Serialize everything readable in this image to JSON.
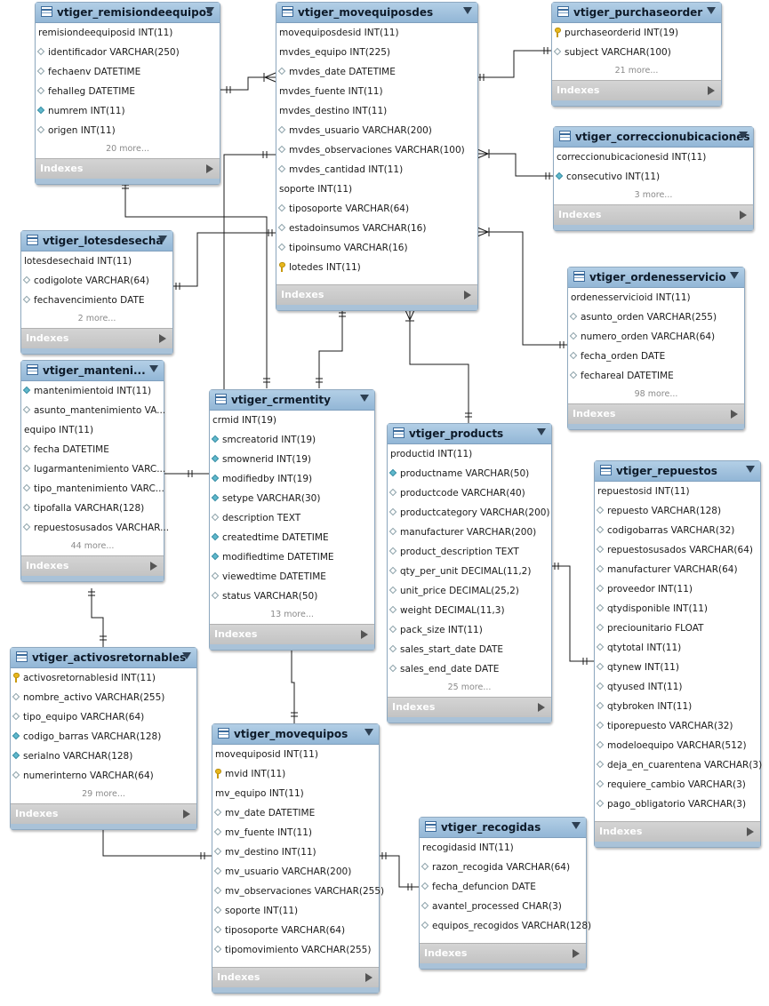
{
  "tables": [
    {
      "id": "remisiondeequipos",
      "name": "vtiger_remisiondeequipos",
      "columns": [
        {
          "text": "remisiondeequiposid INT(11)",
          "icon": "none"
        },
        {
          "text": "identificador VARCHAR(250)",
          "icon": "nullable"
        },
        {
          "text": "fechaenv DATETIME",
          "icon": "nullable"
        },
        {
          "text": "fehalleg DATETIME",
          "icon": "nullable"
        },
        {
          "text": "numrem INT(11)",
          "icon": "notnull"
        },
        {
          "text": "origen INT(11)",
          "icon": "nullable"
        }
      ],
      "more": "20 more...",
      "footer": "Indexes"
    },
    {
      "id": "movequiposdes",
      "name": "vtiger_movequiposdes",
      "columns": [
        {
          "text": "movequiposdesid INT(11)",
          "icon": "none"
        },
        {
          "text": "mvdes_equipo INT(225)",
          "icon": "none"
        },
        {
          "text": "mvdes_date DATETIME",
          "icon": "nullable"
        },
        {
          "text": "mvdes_fuente INT(11)",
          "icon": "none"
        },
        {
          "text": "mvdes_destino INT(11)",
          "icon": "none"
        },
        {
          "text": "mvdes_usuario VARCHAR(200)",
          "icon": "nullable"
        },
        {
          "text": "mvdes_observaciones VARCHAR(100)",
          "icon": "nullable"
        },
        {
          "text": "mvdes_cantidad INT(11)",
          "icon": "nullable"
        },
        {
          "text": "soporte INT(11)",
          "icon": "none"
        },
        {
          "text": "tiposoporte VARCHAR(64)",
          "icon": "nullable"
        },
        {
          "text": "estadoinsumos VARCHAR(16)",
          "icon": "nullable"
        },
        {
          "text": "tipoinsumo VARCHAR(16)",
          "icon": "nullable"
        },
        {
          "text": "lotedes INT(11)",
          "icon": "key"
        }
      ],
      "more": "",
      "footer": "Indexes"
    },
    {
      "id": "purchaseorder",
      "name": "vtiger_purchaseorder",
      "columns": [
        {
          "text": "purchaseorderid INT(19)",
          "icon": "key"
        },
        {
          "text": "subject VARCHAR(100)",
          "icon": "nullable"
        }
      ],
      "more": "21 more...",
      "footer": "Indexes"
    },
    {
      "id": "correccionubicaciones",
      "name": "vtiger_correccionubicaciones",
      "columns": [
        {
          "text": "correccionubicacionesid INT(11)",
          "icon": "none"
        },
        {
          "text": "consecutivo INT(11)",
          "icon": "notnull"
        }
      ],
      "more": "3 more...",
      "footer": "Indexes"
    },
    {
      "id": "lotesdesecha",
      "name": "vtiger_lotesdesecha",
      "columns": [
        {
          "text": "lotesdesechaid INT(11)",
          "icon": "none"
        },
        {
          "text": "codigolote VARCHAR(64)",
          "icon": "nullable"
        },
        {
          "text": "fechavencimiento DATE",
          "icon": "nullable"
        }
      ],
      "more": "2 more...",
      "footer": "Indexes"
    },
    {
      "id": "ordenesservicio",
      "name": "vtiger_ordenesservicio",
      "columns": [
        {
          "text": "ordenesservicioid INT(11)",
          "icon": "none"
        },
        {
          "text": "asunto_orden VARCHAR(255)",
          "icon": "nullable"
        },
        {
          "text": "numero_orden VARCHAR(64)",
          "icon": "nullable"
        },
        {
          "text": "fecha_orden DATE",
          "icon": "nullable"
        },
        {
          "text": "fechareal DATETIME",
          "icon": "nullable"
        }
      ],
      "more": "98 more...",
      "footer": "Indexes"
    },
    {
      "id": "manteni",
      "name": "vtiger_manteni...",
      "columns": [
        {
          "text": "mantenimientoid INT(11)",
          "icon": "notnull"
        },
        {
          "text": "asunto_mantenimiento VA...",
          "icon": "nullable"
        },
        {
          "text": "equipo INT(11)",
          "icon": "none"
        },
        {
          "text": "fecha DATETIME",
          "icon": "nullable"
        },
        {
          "text": "lugarmantenimiento VARC...",
          "icon": "nullable"
        },
        {
          "text": "tipo_mantenimiento VARC...",
          "icon": "nullable"
        },
        {
          "text": "tipofalla VARCHAR(128)",
          "icon": "nullable"
        },
        {
          "text": "repuestosusados VARCHAR...",
          "icon": "nullable"
        }
      ],
      "more": "44 more...",
      "footer": "Indexes"
    },
    {
      "id": "crmentity",
      "name": "vtiger_crmentity",
      "columns": [
        {
          "text": "crmid INT(19)",
          "icon": "none"
        },
        {
          "text": "smcreatorid INT(19)",
          "icon": "notnull"
        },
        {
          "text": "smownerid INT(19)",
          "icon": "notnull"
        },
        {
          "text": "modifiedby INT(19)",
          "icon": "notnull"
        },
        {
          "text": "setype VARCHAR(30)",
          "icon": "notnull"
        },
        {
          "text": "description TEXT",
          "icon": "nullable"
        },
        {
          "text": "createdtime DATETIME",
          "icon": "notnull"
        },
        {
          "text": "modifiedtime DATETIME",
          "icon": "notnull"
        },
        {
          "text": "viewedtime DATETIME",
          "icon": "nullable"
        },
        {
          "text": "status VARCHAR(50)",
          "icon": "nullable"
        }
      ],
      "more": "13 more...",
      "footer": "Indexes"
    },
    {
      "id": "products",
      "name": "vtiger_products",
      "columns": [
        {
          "text": "productid INT(11)",
          "icon": "none"
        },
        {
          "text": "productname VARCHAR(50)",
          "icon": "notnull"
        },
        {
          "text": "productcode VARCHAR(40)",
          "icon": "nullable"
        },
        {
          "text": "productcategory VARCHAR(200)",
          "icon": "nullable"
        },
        {
          "text": "manufacturer VARCHAR(200)",
          "icon": "nullable"
        },
        {
          "text": "product_description TEXT",
          "icon": "nullable"
        },
        {
          "text": "qty_per_unit DECIMAL(11,2)",
          "icon": "nullable"
        },
        {
          "text": "unit_price DECIMAL(25,2)",
          "icon": "nullable"
        },
        {
          "text": "weight DECIMAL(11,3)",
          "icon": "nullable"
        },
        {
          "text": "pack_size INT(11)",
          "icon": "nullable"
        },
        {
          "text": "sales_start_date DATE",
          "icon": "nullable"
        },
        {
          "text": "sales_end_date DATE",
          "icon": "nullable"
        }
      ],
      "more": "25 more...",
      "footer": "Indexes"
    },
    {
      "id": "repuestos",
      "name": "vtiger_repuestos",
      "columns": [
        {
          "text": "repuestosid INT(11)",
          "icon": "none"
        },
        {
          "text": "repuesto VARCHAR(128)",
          "icon": "nullable"
        },
        {
          "text": "codigobarras VARCHAR(32)",
          "icon": "nullable"
        },
        {
          "text": "repuestosusados VARCHAR(64)",
          "icon": "nullable"
        },
        {
          "text": "manufacturer VARCHAR(64)",
          "icon": "nullable"
        },
        {
          "text": "proveedor INT(11)",
          "icon": "nullable"
        },
        {
          "text": "qtydisponible INT(11)",
          "icon": "nullable"
        },
        {
          "text": "preciounitario FLOAT",
          "icon": "nullable"
        },
        {
          "text": "qtytotal INT(11)",
          "icon": "nullable"
        },
        {
          "text": "qtynew INT(11)",
          "icon": "nullable"
        },
        {
          "text": "qtyused INT(11)",
          "icon": "nullable"
        },
        {
          "text": "qtybroken INT(11)",
          "icon": "nullable"
        },
        {
          "text": "tiporepuesto VARCHAR(32)",
          "icon": "nullable"
        },
        {
          "text": "modeloequipo VARCHAR(512)",
          "icon": "nullable"
        },
        {
          "text": "deja_en_cuarentena VARCHAR(3)",
          "icon": "nullable"
        },
        {
          "text": "requiere_cambio VARCHAR(3)",
          "icon": "nullable"
        },
        {
          "text": "pago_obligatorio VARCHAR(3)",
          "icon": "nullable"
        }
      ],
      "more": "",
      "footer": "Indexes"
    },
    {
      "id": "activosretornables",
      "name": "vtiger_activosretornables",
      "columns": [
        {
          "text": "activosretornablesid INT(11)",
          "icon": "key"
        },
        {
          "text": "nombre_activo VARCHAR(255)",
          "icon": "nullable"
        },
        {
          "text": "tipo_equipo VARCHAR(64)",
          "icon": "nullable"
        },
        {
          "text": "codigo_barras VARCHAR(128)",
          "icon": "notnull"
        },
        {
          "text": "serialno VARCHAR(128)",
          "icon": "notnull"
        },
        {
          "text": "numerinterno VARCHAR(64)",
          "icon": "nullable"
        }
      ],
      "more": "29 more...",
      "footer": "Indexes"
    },
    {
      "id": "movequipos",
      "name": "vtiger_movequipos",
      "columns": [
        {
          "text": "movequiposid INT(11)",
          "icon": "none"
        },
        {
          "text": "mvid INT(11)",
          "icon": "key"
        },
        {
          "text": "mv_equipo INT(11)",
          "icon": "none"
        },
        {
          "text": "mv_date DATETIME",
          "icon": "nullable"
        },
        {
          "text": "mv_fuente INT(11)",
          "icon": "nullable"
        },
        {
          "text": "mv_destino INT(11)",
          "icon": "nullable"
        },
        {
          "text": "mv_usuario VARCHAR(200)",
          "icon": "nullable"
        },
        {
          "text": "mv_observaciones VARCHAR(255)",
          "icon": "nullable"
        },
        {
          "text": "soporte INT(11)",
          "icon": "nullable"
        },
        {
          "text": "tiposoporte VARCHAR(64)",
          "icon": "nullable"
        },
        {
          "text": "tipomovimiento VARCHAR(255)",
          "icon": "nullable"
        }
      ],
      "more": "",
      "footer": "Indexes"
    },
    {
      "id": "recogidas",
      "name": "vtiger_recogidas",
      "columns": [
        {
          "text": "recogidasid INT(11)",
          "icon": "none"
        },
        {
          "text": "razon_recogida VARCHAR(64)",
          "icon": "nullable"
        },
        {
          "text": "fecha_defuncion DATE",
          "icon": "nullable"
        },
        {
          "text": "avantel_processed CHAR(3)",
          "icon": "nullable"
        },
        {
          "text": "equipos_recogidos VARCHAR(128)",
          "icon": "nullable"
        }
      ],
      "more": "",
      "footer": "Indexes"
    }
  ]
}
